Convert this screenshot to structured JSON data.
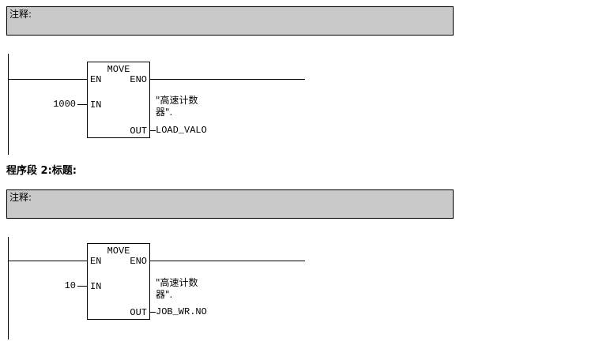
{
  "colors": {
    "comment_bg": "#c9c9c9",
    "wire": "#000000",
    "background": "#ffffff"
  },
  "comment1": {
    "label": "注释:"
  },
  "comment2": {
    "label": "注释:"
  },
  "network2_header": {
    "title": "程序段 2:标题:"
  },
  "block1": {
    "title": "MOVE",
    "en": "EN",
    "eno": "ENO",
    "in": "IN",
    "out": "OUT",
    "in_value": "1000",
    "operand_lines": [
      "\"高速计数",
      "器\"."
    ],
    "out_name": "LOAD_VALO"
  },
  "block2": {
    "title": "MOVE",
    "en": "EN",
    "eno": "ENO",
    "in": "IN",
    "out": "OUT",
    "in_value": "10",
    "operand_lines": [
      "\"高速计数",
      "器\"."
    ],
    "out_name": "JOB_WR.NO"
  }
}
